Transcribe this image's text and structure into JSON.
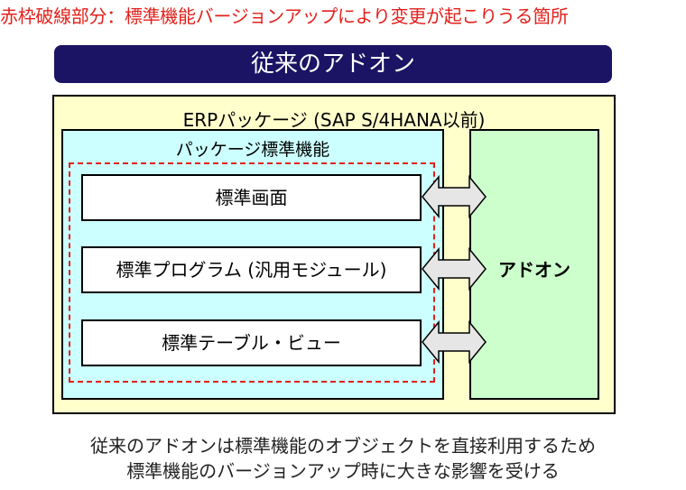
{
  "note": "赤枠破線部分：標準機能バージョンアップにより変更が起こりうる箇所",
  "title": "従来のアドオン",
  "erp_label": "ERPパッケージ (SAP S/4HANA以前)",
  "standard_label": "パッケージ標準機能",
  "items": [
    "標準画面",
    "標準プログラム (汎用モジュール)",
    "標準テーブル・ビュー"
  ],
  "addon_label": "アドオン",
  "caption": [
    "従来のアドオンは標準機能のオブジェクトを直接利用するため",
    "標準機能のバージョンアップ時に大きな影響を受ける"
  ],
  "colors": {
    "note": "#e3201b",
    "title_bg": "#1b1464",
    "erp_bg": "#ffffcc",
    "standard_bg": "#ccffff",
    "addon_bg": "#ccffcc",
    "arrow_fill": "#e6e6e6"
  }
}
